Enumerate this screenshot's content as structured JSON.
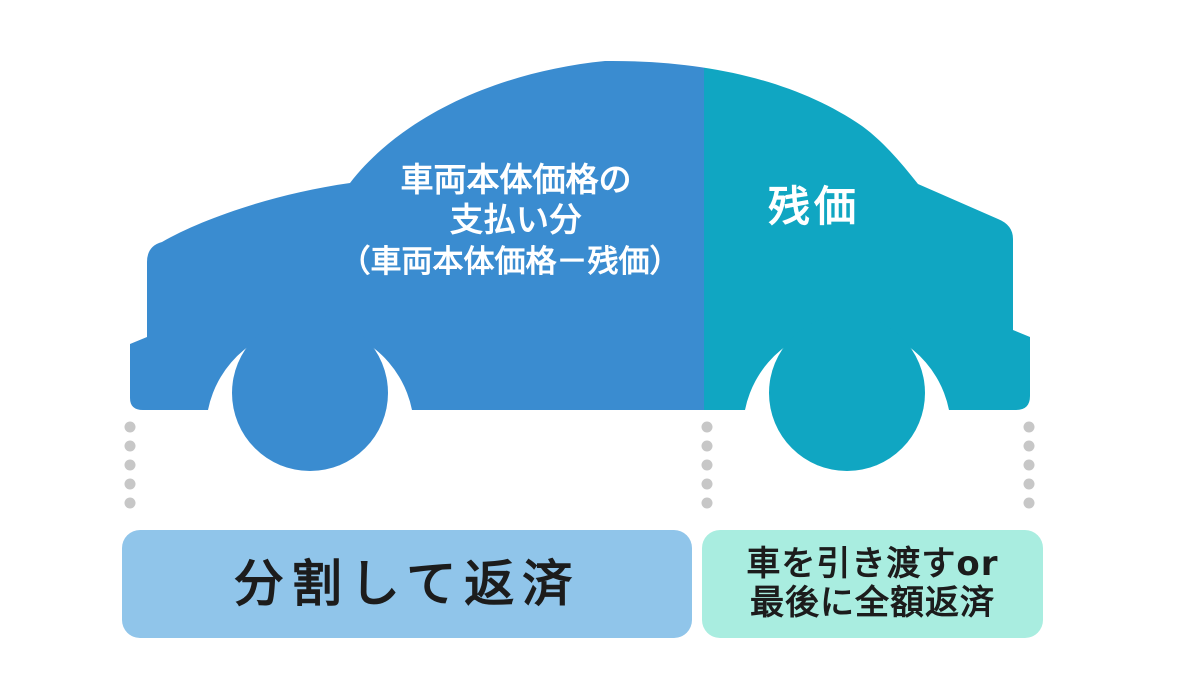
{
  "diagram": {
    "title_hint": "residual-value car loan illustration",
    "car": {
      "left_section": {
        "label_line1": "車両本体価格の",
        "label_line2": "支払い分",
        "label_formula": "（車両本体価格－残価）"
      },
      "right_section": {
        "label": "残価"
      }
    },
    "boxes": {
      "left": {
        "label": "分割して返済"
      },
      "right": {
        "label_line1": "車を引き渡すor",
        "label_line2": "最後に全額返済"
      }
    },
    "colors": {
      "car_left": "#3A8CD0",
      "car_right": "#10A6C2",
      "box_left": "#90C5EA",
      "box_right": "#A9EDE0",
      "dots": "#C7C7C7",
      "car_text": "#FFFFFF",
      "box_text": "#1C1C1C",
      "background": "#FFFFFF"
    }
  }
}
